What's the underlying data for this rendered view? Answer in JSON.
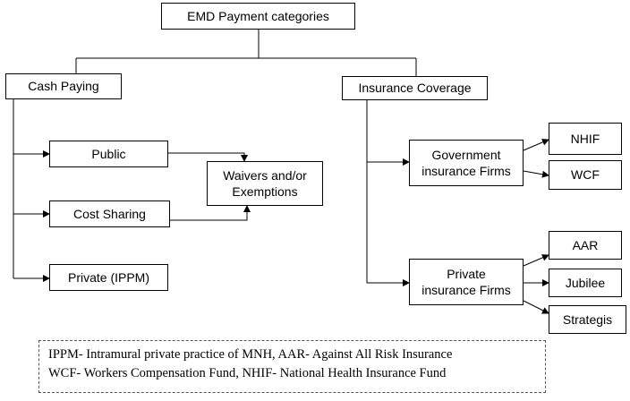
{
  "root": "EMD Payment categories",
  "cash": {
    "label": "Cash Paying",
    "public": "Public",
    "cost_sharing": "Cost Sharing",
    "private": "Private (IPPM)",
    "waivers_line1": "Waivers and/or",
    "waivers_line2": "Exemptions"
  },
  "insurance": {
    "label": "Insurance Coverage",
    "gov_line1": "Government",
    "gov_line2": "insurance Firms",
    "nhif": "NHIF",
    "wcf": "WCF",
    "priv_line1": "Private",
    "priv_line2": "insurance Firms",
    "aar": "AAR",
    "jubilee": "Jubilee",
    "strategis": "Strategis"
  },
  "legend": {
    "line1": "IPPM- Intramural private practice of MNH, AAR- Against All Risk Insurance",
    "line2": "WCF- Workers Compensation Fund, NHIF- National Health Insurance Fund"
  }
}
